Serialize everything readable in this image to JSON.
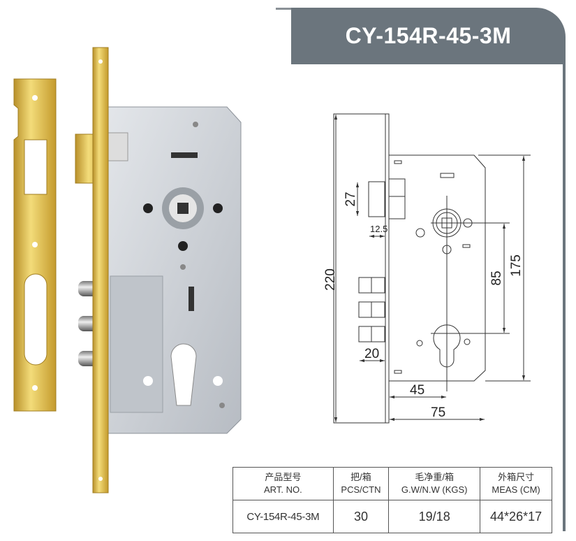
{
  "title": "CY-154R-45-3M",
  "drawing": {
    "dims": {
      "height_total": "220",
      "latch_height": "27",
      "latch_depth": "12.5",
      "bolt_depth": "20",
      "backset": "45",
      "body_width": "75",
      "center_distance": "85",
      "body_height": "175"
    }
  },
  "table": {
    "headers": [
      {
        "zh": "产品型号",
        "en": "ART. NO."
      },
      {
        "zh": "把/箱",
        "en": "PCS/CTN"
      },
      {
        "zh": "毛净重/箱",
        "en": "G.W/N.W (KGS)"
      },
      {
        "zh": "外箱尺寸",
        "en": "MEAS (CM)"
      }
    ],
    "row": [
      "CY-154R-45-3M",
      "30",
      "19/18",
      "44*26*17"
    ]
  },
  "colors": {
    "header_bg": "#6b757d",
    "brass": "#d9b53a",
    "steel": "#c9cdd2"
  }
}
